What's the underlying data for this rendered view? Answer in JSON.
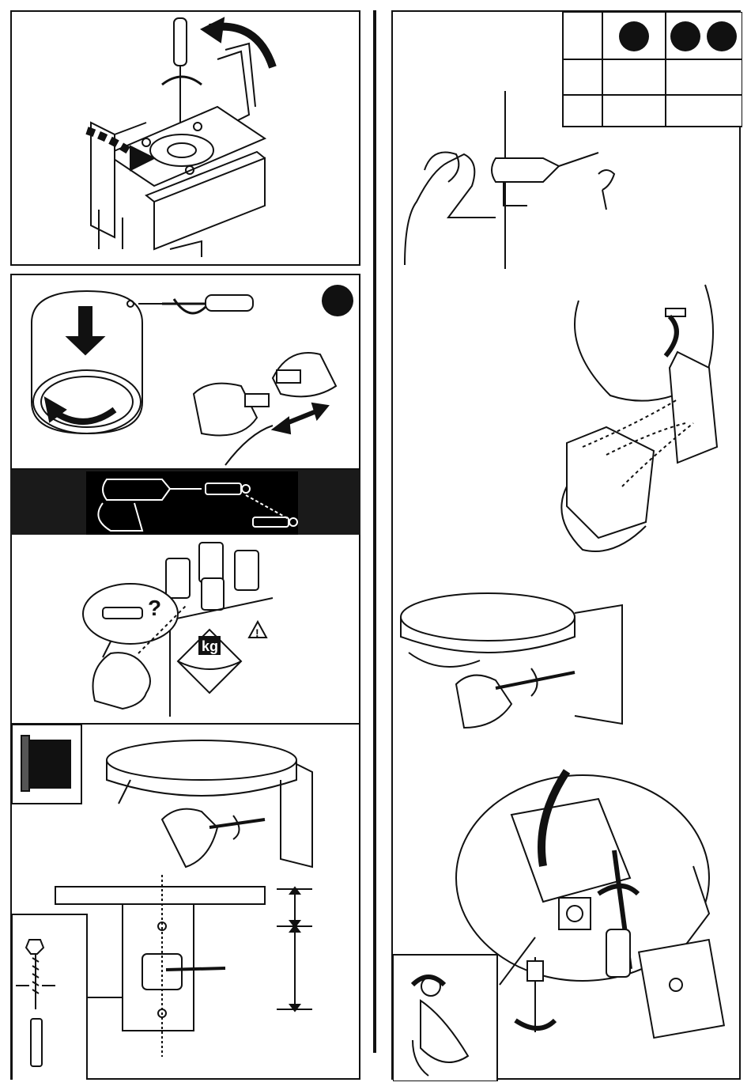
{
  "page": {
    "kind": "wall-mounted luminaire installation instructions, illustrated steps"
  },
  "icons": {
    "question_mark": "?",
    "weight_symbol": "kg",
    "warning_symbol": "!"
  },
  "colors": {
    "ink": "#111111",
    "paper": "#ffffff",
    "band": "#1a1a1a"
  },
  "reference_table": {
    "rows": 3,
    "cols": 3,
    "header_dots": [
      0,
      1,
      2
    ]
  }
}
